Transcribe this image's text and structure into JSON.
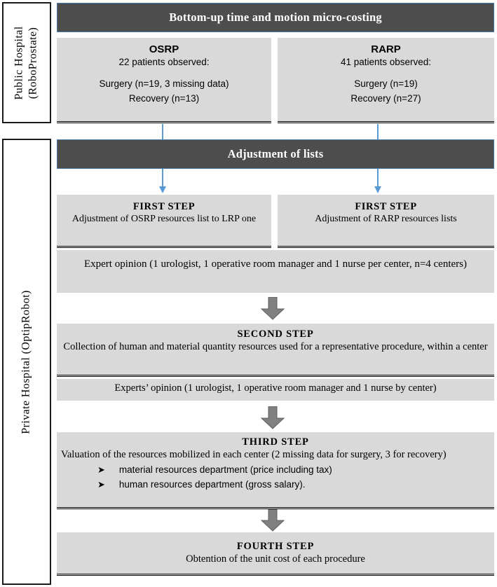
{
  "diagram": {
    "title": "Bottom-up time and motion micro-costing flow diagram",
    "colors": {
      "banner_fill": "#4d4d4d",
      "banner_border": "#4a78a8",
      "box_fill": "#d9d9d9",
      "blue_arrow": "#5b9bd5",
      "gray_arrow": "#808080",
      "text": "#000000"
    }
  },
  "sidebar": {
    "public": "Public Hospital\n(RoboProstate)",
    "public_line1": "Public Hospital",
    "public_line2": "(RoboProstate)",
    "private": "Private Hospital (OptipRobot)"
  },
  "banners": {
    "top": "Bottom-up time and motion micro-costing",
    "adjustment": "Adjustment of lists"
  },
  "top_boxes": [
    {
      "title": "OSRP",
      "lines": [
        "22 patients observed:",
        "Surgery (n=19, 3 missing data)",
        "Recovery (n=13)"
      ],
      "observed": "22 patients observed:",
      "surgery": "Surgery (n=19, 3 missing data)",
      "recovery": "Recovery (n=13)"
    },
    {
      "title": "RARP",
      "lines": [
        "41 patients observed:",
        "Surgery (n=19)",
        "Recovery (n=27)"
      ],
      "observed": "41 patients observed:",
      "surgery": "Surgery (n=19)",
      "recovery": "Recovery (n=27)"
    }
  ],
  "first_step": [
    {
      "title": "FIRST STEP",
      "body": "Adjustment of OSRP resources list to LRP one"
    },
    {
      "title": "FIRST STEP",
      "body": "Adjustment of RARP resources lists"
    }
  ],
  "expert_1": "Expert opinion (1 urologist, 1 operative room manager and 1 nurse per center, n=4 centers)",
  "second_step": {
    "title": "SECOND STEP",
    "body": "Collection of human and material quantity resources used for a representative procedure, within a center"
  },
  "expert_2": "Experts’ opinion (1 urologist, 1 operative room manager and 1 nurse by center)",
  "third_step": {
    "title": "THIRD STEP",
    "body": "Valuation of the resources mobilized in each center (2 missing data for surgery, 3 for recovery)",
    "bullets": [
      "material resources department (price including tax)",
      "human resources department (gross salary)."
    ],
    "bullet_glyph": "➤"
  },
  "fourth_step": {
    "title": "FOURTH STEP",
    "body": "Obtention of the unit cost of each procedure"
  }
}
